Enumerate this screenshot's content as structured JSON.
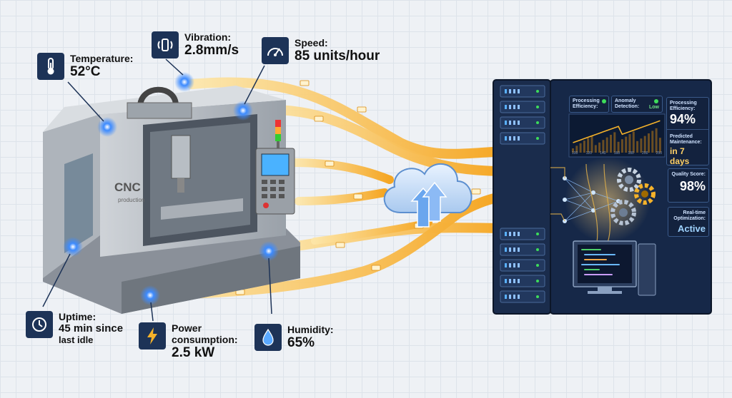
{
  "sensors": {
    "temperature": {
      "label": "Temperature:",
      "value": "52°C",
      "icon": "thermometer-icon"
    },
    "vibration": {
      "label": "Vibration:",
      "value": "2.8mm/s",
      "icon": "vibration-icon"
    },
    "speed": {
      "label": "Speed:",
      "value": "85 units/hour",
      "icon": "speedometer-icon"
    },
    "uptime": {
      "label": "Uptime:",
      "value_line1": "45 min since",
      "value_line2": "last idle",
      "icon": "clock-icon"
    },
    "power": {
      "label_line1": "Power",
      "label_line2": "consumption:",
      "value": "2.5 kW",
      "icon": "lightning-icon"
    },
    "humidity": {
      "label": "Humidity:",
      "value": "65%",
      "icon": "water-drop-icon"
    }
  },
  "machine": {
    "brand": "CNC",
    "sub": "production"
  },
  "dashboard": {
    "processing_efficiency_label": "Processing Efficiency:",
    "anomaly_detection_label": "Anomaly Detection:",
    "anomaly_detection_value": "Low",
    "chart_ticks": [
      "100",
      "120",
      "140",
      "160",
      "180",
      "200",
      "250"
    ],
    "side_efficiency_label": "Processing Efficiency:",
    "side_efficiency_value": "94%",
    "predicted_maintenance_label": "Predicted Maintenance:",
    "predicted_maintenance_value": "in 7 days",
    "quality_score_label": "Quality Score:",
    "quality_score_value": "98%",
    "optimization_label": "Real-time Optimization:",
    "optimization_value": "Active"
  },
  "colors": {
    "accent_navy": "#1d3357",
    "flow_orange": "#f5a623",
    "sensor_blue": "#2f7bff",
    "status_green": "#3ddc5a",
    "panel_bg": "#13223e"
  }
}
